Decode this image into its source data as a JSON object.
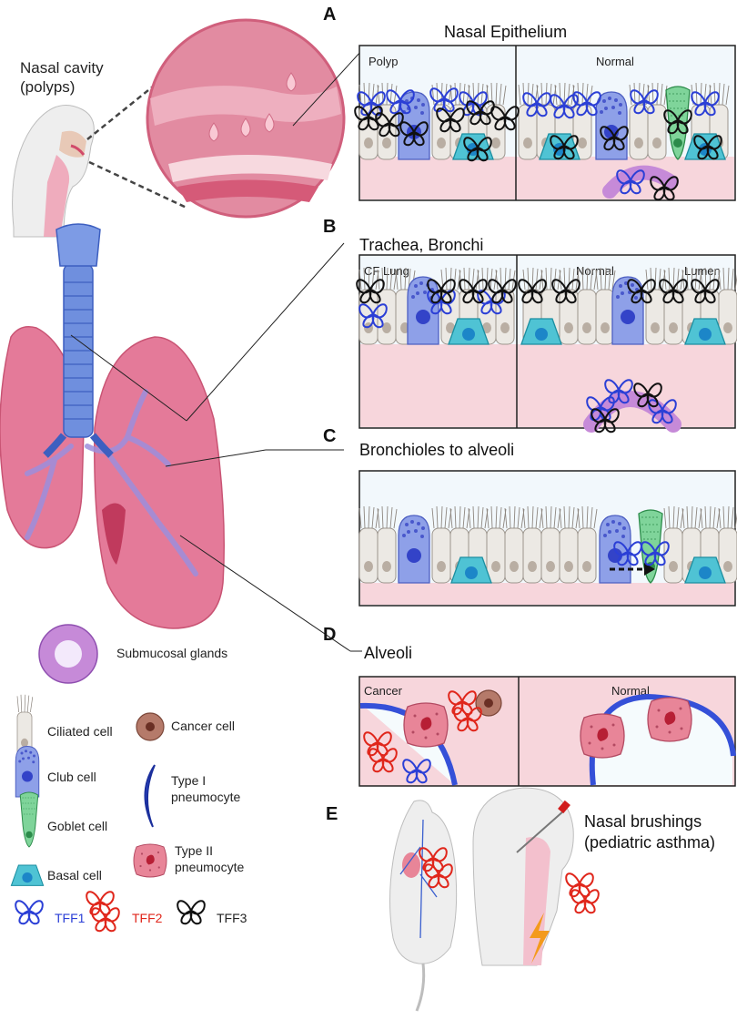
{
  "panels": {
    "A": {
      "letter": "A",
      "title": "Nasal Epithelium",
      "left_label": "Polyp",
      "right_label": "Normal"
    },
    "B": {
      "letter": "B",
      "title": "Trachea, Bronchi",
      "left_label": "CF Lung",
      "right_label": "Normal",
      "extra_label": "Lumen"
    },
    "C": {
      "letter": "C",
      "title": "Bronchioles to alveoli"
    },
    "D": {
      "letter": "D",
      "title": "Alveoli",
      "left_label": "Cancer",
      "right_label": "Normal"
    },
    "E": {
      "letter": "E",
      "brushings_line1": "Nasal brushings",
      "brushings_line2": "(pediatric asthma)"
    }
  },
  "nasal_cavity": {
    "line1": "Nasal cavity",
    "line2": "(polyps)"
  },
  "legend": {
    "submucosal_glands": "Submucosal glands",
    "ciliated_cell": "Ciliated cell",
    "cancer_cell": "Cancer cell",
    "club_cell": "Club cell",
    "type1_line1": "Type I",
    "type1_line2": "pneumocyte",
    "goblet_cell": "Goblet cell",
    "type2_line1": "Type II",
    "type2_line2": "pneumocyte",
    "basal_cell": "Basal cell",
    "tff1": "TFF1",
    "tff2": "TFF2",
    "tff3": "TFF3"
  },
  "colors": {
    "tff1": "#2b3fd6",
    "tff2": "#e0261b",
    "tff3": "#111111",
    "lung": "#e47a99",
    "airway": "#6f8fde",
    "epithelium_bg": "#f2f8fc",
    "submucosa": "#f7d6dc",
    "gland": "#c68ad8"
  }
}
